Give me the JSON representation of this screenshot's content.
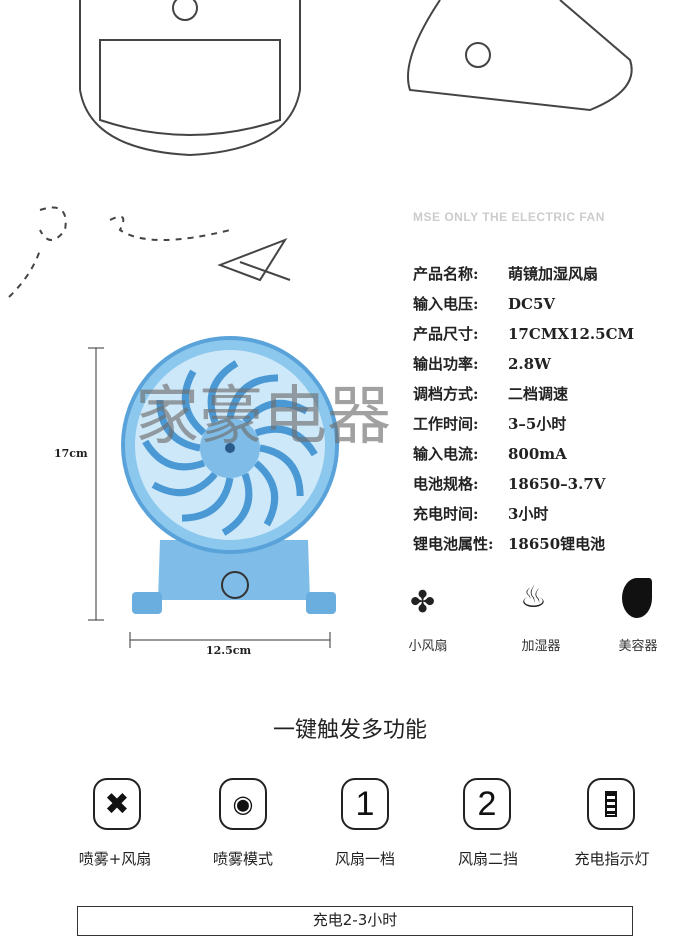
{
  "header_tagline": "MSE ONLY THE ELECTRIC FAN",
  "watermark": "家豪电器",
  "specs": [
    {
      "k": "产品名称:",
      "v": "萌镜加湿风扇"
    },
    {
      "k": "输入电压:",
      "v": "DC5V"
    },
    {
      "k": "产品尺寸:",
      "v": "17CMX12.5CM"
    },
    {
      "k": "输出功率:",
      "v": "2.8W"
    },
    {
      "k": "调档方式:",
      "v": "二档调速"
    },
    {
      "k": "工作时间:",
      "v": "3–5小时"
    },
    {
      "k": "输入电流:",
      "v": "800mA"
    },
    {
      "k": "电池规格:",
      "v": "18650–3.7V"
    },
    {
      "k": "充电时间:",
      "v": "3小时"
    },
    {
      "k": "锂电池属性:",
      "v": "18650锂电池"
    }
  ],
  "dimensions": {
    "height": "17cm",
    "width": "12.5cm"
  },
  "features": [
    "小风扇",
    "加湿器",
    "美容器"
  ],
  "section_title": "一键触发多功能",
  "buttons": [
    {
      "label": "喷雾+风扇",
      "icon": "mist-fan-icon"
    },
    {
      "label": "喷雾模式",
      "icon": "mist-icon",
      "glyph": ""
    },
    {
      "label": "风扇一档",
      "glyph": "1"
    },
    {
      "label": "风扇二挡",
      "glyph": "2"
    },
    {
      "label": "充电指示灯",
      "icon": "battery-icon"
    }
  ],
  "bottom_box": "充电2-3小时",
  "colors": {
    "fan_blue": "#7fbde8",
    "fan_dark": "#4a98d4"
  }
}
